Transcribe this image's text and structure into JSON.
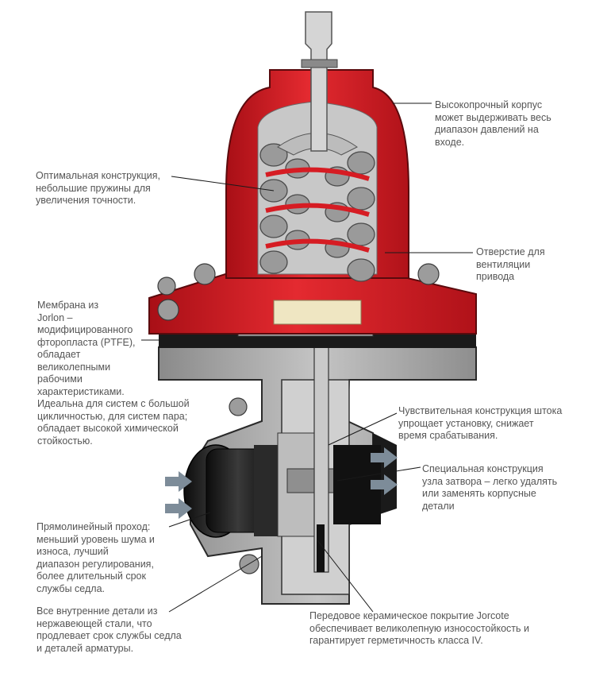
{
  "colors": {
    "body_red": "#d81820",
    "metal_gray": "#a8a8a8",
    "rubber_black": "#1a1a1a",
    "label_text": "#555555",
    "arrow_gray": "#7d8c99"
  },
  "labels": {
    "housing": "Высокопрочный корпус\nможет выдерживать весь\nдиапазон давлений на\nвходе.",
    "springs": "Оптимальная конструкция,\nнебольшие пружины для\nувеличения точности.",
    "vent": "Отверстие для\nвентиляции\nпривода",
    "membrane": "Мембрана из\nJorlon –\nмодифицированного\nфторопласта (PTFE),\nобладает\nвеликолепными\nрабочими\nхарактеристиками.\nИдеальна для систем с большой\nцикличностью, для систем пара;\nобладает высокой химической\nстойкостью.",
    "stem": "Чувствительная конструкция штока\nупрощает установку, снижает\nвремя срабатывания.",
    "seat": "Специальная конструкция\nузла затвора – легко удалять\nили заменять корпусные\nдетали",
    "passage": "Прямолинейный проход:\nменьший уровень шума и\nизноса, лучший\nдиапазон регулирования,\nболее длительный срок\nслужбы седла.",
    "internals": "Все внутренние детали из\nнержавеющей стали, что\nпродлевает срок службы седла\nи деталей арматуры.",
    "coating": "Передовое керамическое покрытие Jorcote\nобеспечивает великолепную износостойкость и\nгарантирует герметичность класса IV."
  }
}
